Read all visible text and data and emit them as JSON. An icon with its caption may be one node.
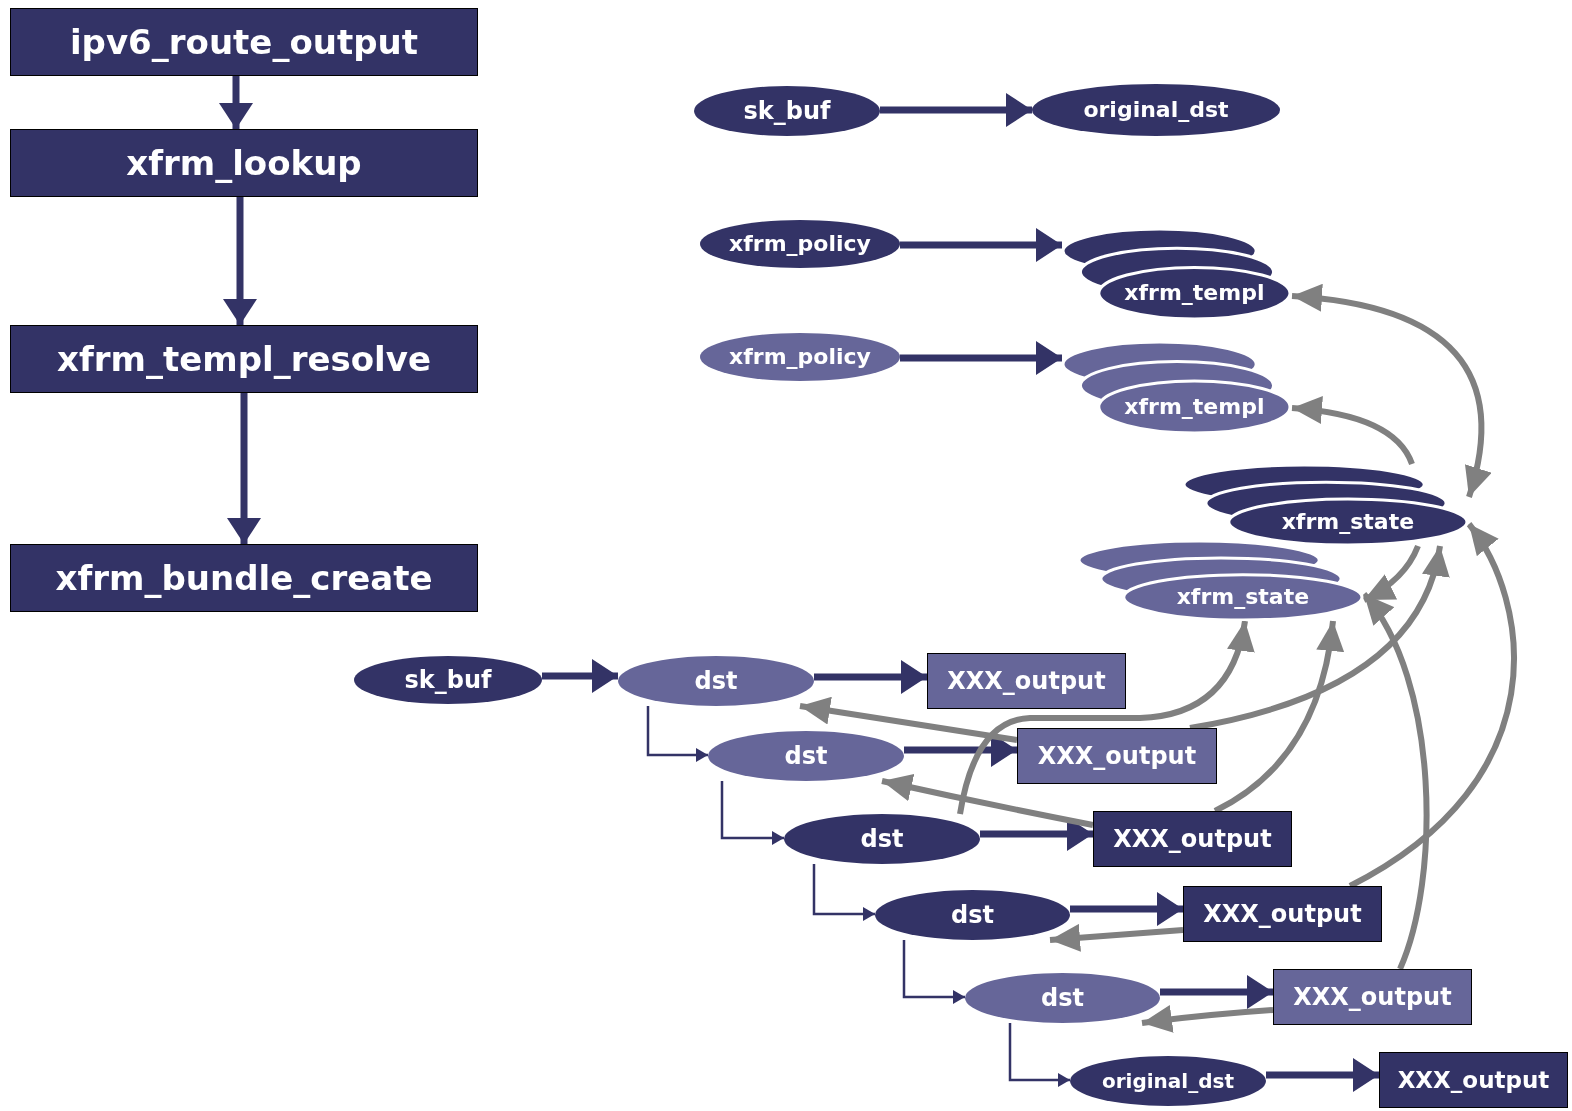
{
  "diagram": {
    "nodes": [
      {
        "text": [
          "ipv6_route_output"
        ]
      },
      {
        "text": [
          "xfrm_lookup"
        ]
      },
      {
        "text": [
          "xfrm_templ_resolve"
        ]
      },
      {
        "text": [
          "xfrm_bundle_create"
        ]
      },
      {
        "text": [
          "sk_buf"
        ]
      },
      {
        "text": [
          "original_dst"
        ]
      },
      {
        "text": [
          "xfrm_policy"
        ]
      },
      {
        "text": [
          "xfrm_templ"
        ]
      },
      {
        "text": [
          "xfrm_policy"
        ]
      },
      {
        "text": [
          "xfrm_templ"
        ]
      },
      {
        "text": [
          "xfrm_state"
        ]
      },
      {
        "text": [
          "xfrm_state"
        ]
      },
      {
        "text": [
          "sk_buf"
        ]
      },
      {
        "text": [
          "dst"
        ]
      },
      {
        "text": [
          "XXX_output"
        ]
      },
      {
        "text": [
          "dst"
        ]
      },
      {
        "text": [
          "XXX_output"
        ]
      },
      {
        "text": [
          "dst"
        ]
      },
      {
        "text": [
          "XXX_output"
        ]
      },
      {
        "text": [
          "dst"
        ]
      },
      {
        "text": [
          "XXX_output"
        ]
      },
      {
        "text": [
          "dst"
        ]
      },
      {
        "text": [
          "XXX_output"
        ]
      },
      {
        "text": [
          "original_dst"
        ]
      },
      {
        "text": [
          "XXX_output"
        ]
      }
    ],
    "edges": [
      {
        "from": 0,
        "to": 1,
        "arrow": "to"
      },
      {
        "from": 1,
        "to": 2,
        "arrow": "to"
      },
      {
        "from": 2,
        "to": 3,
        "arrow": "to"
      },
      {
        "from": 4,
        "to": 5,
        "arrow": "to"
      },
      {
        "from": 6,
        "to": 7,
        "arrow": "to"
      },
      {
        "from": 8,
        "to": 9,
        "arrow": "to"
      },
      {
        "from": 12,
        "to": 13,
        "arrow": "to"
      },
      {
        "from": 13,
        "to": 14,
        "arrow": "to"
      },
      {
        "from": 13,
        "to": 15,
        "arrow": "to"
      },
      {
        "from": 15,
        "to": 16,
        "arrow": "to"
      },
      {
        "from": 15,
        "to": 17,
        "arrow": "to"
      },
      {
        "from": 17,
        "to": 18,
        "arrow": "to"
      },
      {
        "from": 17,
        "to": 19,
        "arrow": "to"
      },
      {
        "from": 19,
        "to": 20,
        "arrow": "to"
      },
      {
        "from": 19,
        "to": 21,
        "arrow": "to"
      },
      {
        "from": 21,
        "to": 22,
        "arrow": "to"
      },
      {
        "from": 21,
        "to": 23,
        "arrow": "to"
      },
      {
        "from": 23,
        "to": 24,
        "arrow": "to"
      },
      {
        "from": 10,
        "to": 7,
        "arrow": "both",
        "color": "#808080"
      },
      {
        "from": 10,
        "to": 9,
        "arrow": "to",
        "color": "#808080"
      },
      {
        "from": 10,
        "to": 11,
        "arrow": "to",
        "color": "#808080"
      },
      {
        "from": 17,
        "to": 11,
        "arrow": "to",
        "color": "#808080"
      },
      {
        "from": 16,
        "to": 10,
        "arrow": "to",
        "color": "#808080"
      },
      {
        "from": 18,
        "to": 11,
        "arrow": "to",
        "color": "#808080"
      },
      {
        "from": 20,
        "to": 10,
        "arrow": "to",
        "color": "#808080"
      },
      {
        "from": 22,
        "to": 11,
        "arrow": "to",
        "color": "#808080"
      },
      {
        "from": 16,
        "to": 13,
        "arrow": "to",
        "color": "#808080"
      },
      {
        "from": 18,
        "to": 15,
        "arrow": "to",
        "color": "#808080"
      },
      {
        "from": 20,
        "to": 19,
        "arrow": "to",
        "color": "#808080"
      },
      {
        "from": 22,
        "to": 21,
        "arrow": "to",
        "color": "#808080"
      }
    ]
  }
}
